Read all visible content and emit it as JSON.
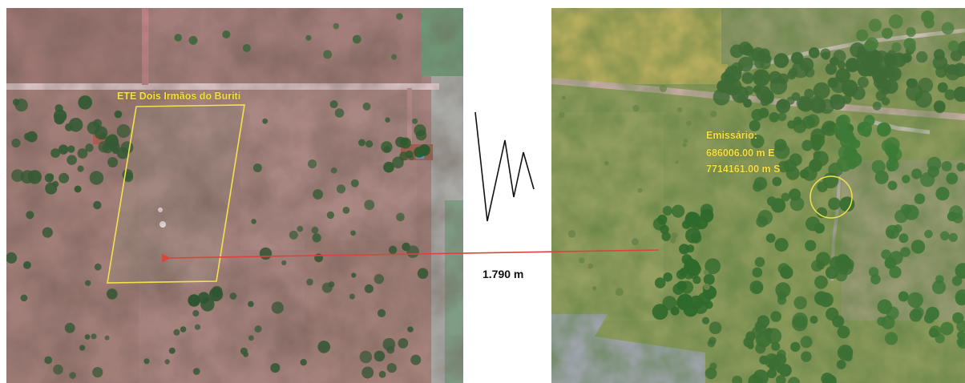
{
  "labels": {
    "ete": "ETE Dois Irmãos do Buriti",
    "emissario_title": "Emissário:",
    "emissario_e": "686006.00 m E",
    "emissario_s": "7714161.00 m S",
    "distance": "1.790 m"
  },
  "colors": {
    "annotation": "#f3e34a",
    "distance_line": "#d8453c",
    "break_line": "#111111",
    "left_ground": "#a7837f",
    "right_ground": "#8c9a5c",
    "vegetation": "#3e6b36"
  }
}
